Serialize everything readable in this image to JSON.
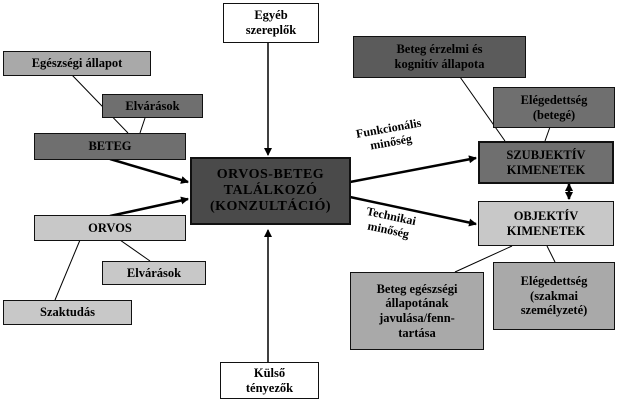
{
  "boxes": {
    "egyeb": "Egyéb\nszereplők",
    "egeszsegi_allapot": "Egészségi állapot",
    "elvarasok_beteg": "Elvárások",
    "beteg": "BETEG",
    "konzultacio": "ORVOS-BETEG\nTALÁLKOZÓ\n(KONZULTÁCIÓ)",
    "orvos": "ORVOS",
    "elvarasok_orvos": "Elvárások",
    "szaktudas": "Szaktudás",
    "kulso": "Külső\ntényezők",
    "beteg_erzelmi": "Beteg érzelmi és\nkognitív állapota",
    "elegedettseg_beteg": "Elégedettség\n(betegé)",
    "szubjektiv": "SZUBJEKTÍV\nKIMENETEK",
    "objektiv": "OBJEKTÍV\nKIMENETEK",
    "beteg_egeszsegi_javulas": "Beteg egészségi\nállapotának\njavulása/fenn-\ntartása",
    "elegedettseg_szakmai": "Elégedettség\n(szakmai\nszemélyzeté)"
  },
  "labels": {
    "funkcionalis": "Funkcionális\nminőség",
    "technikai": "Technikai\nminőség"
  }
}
